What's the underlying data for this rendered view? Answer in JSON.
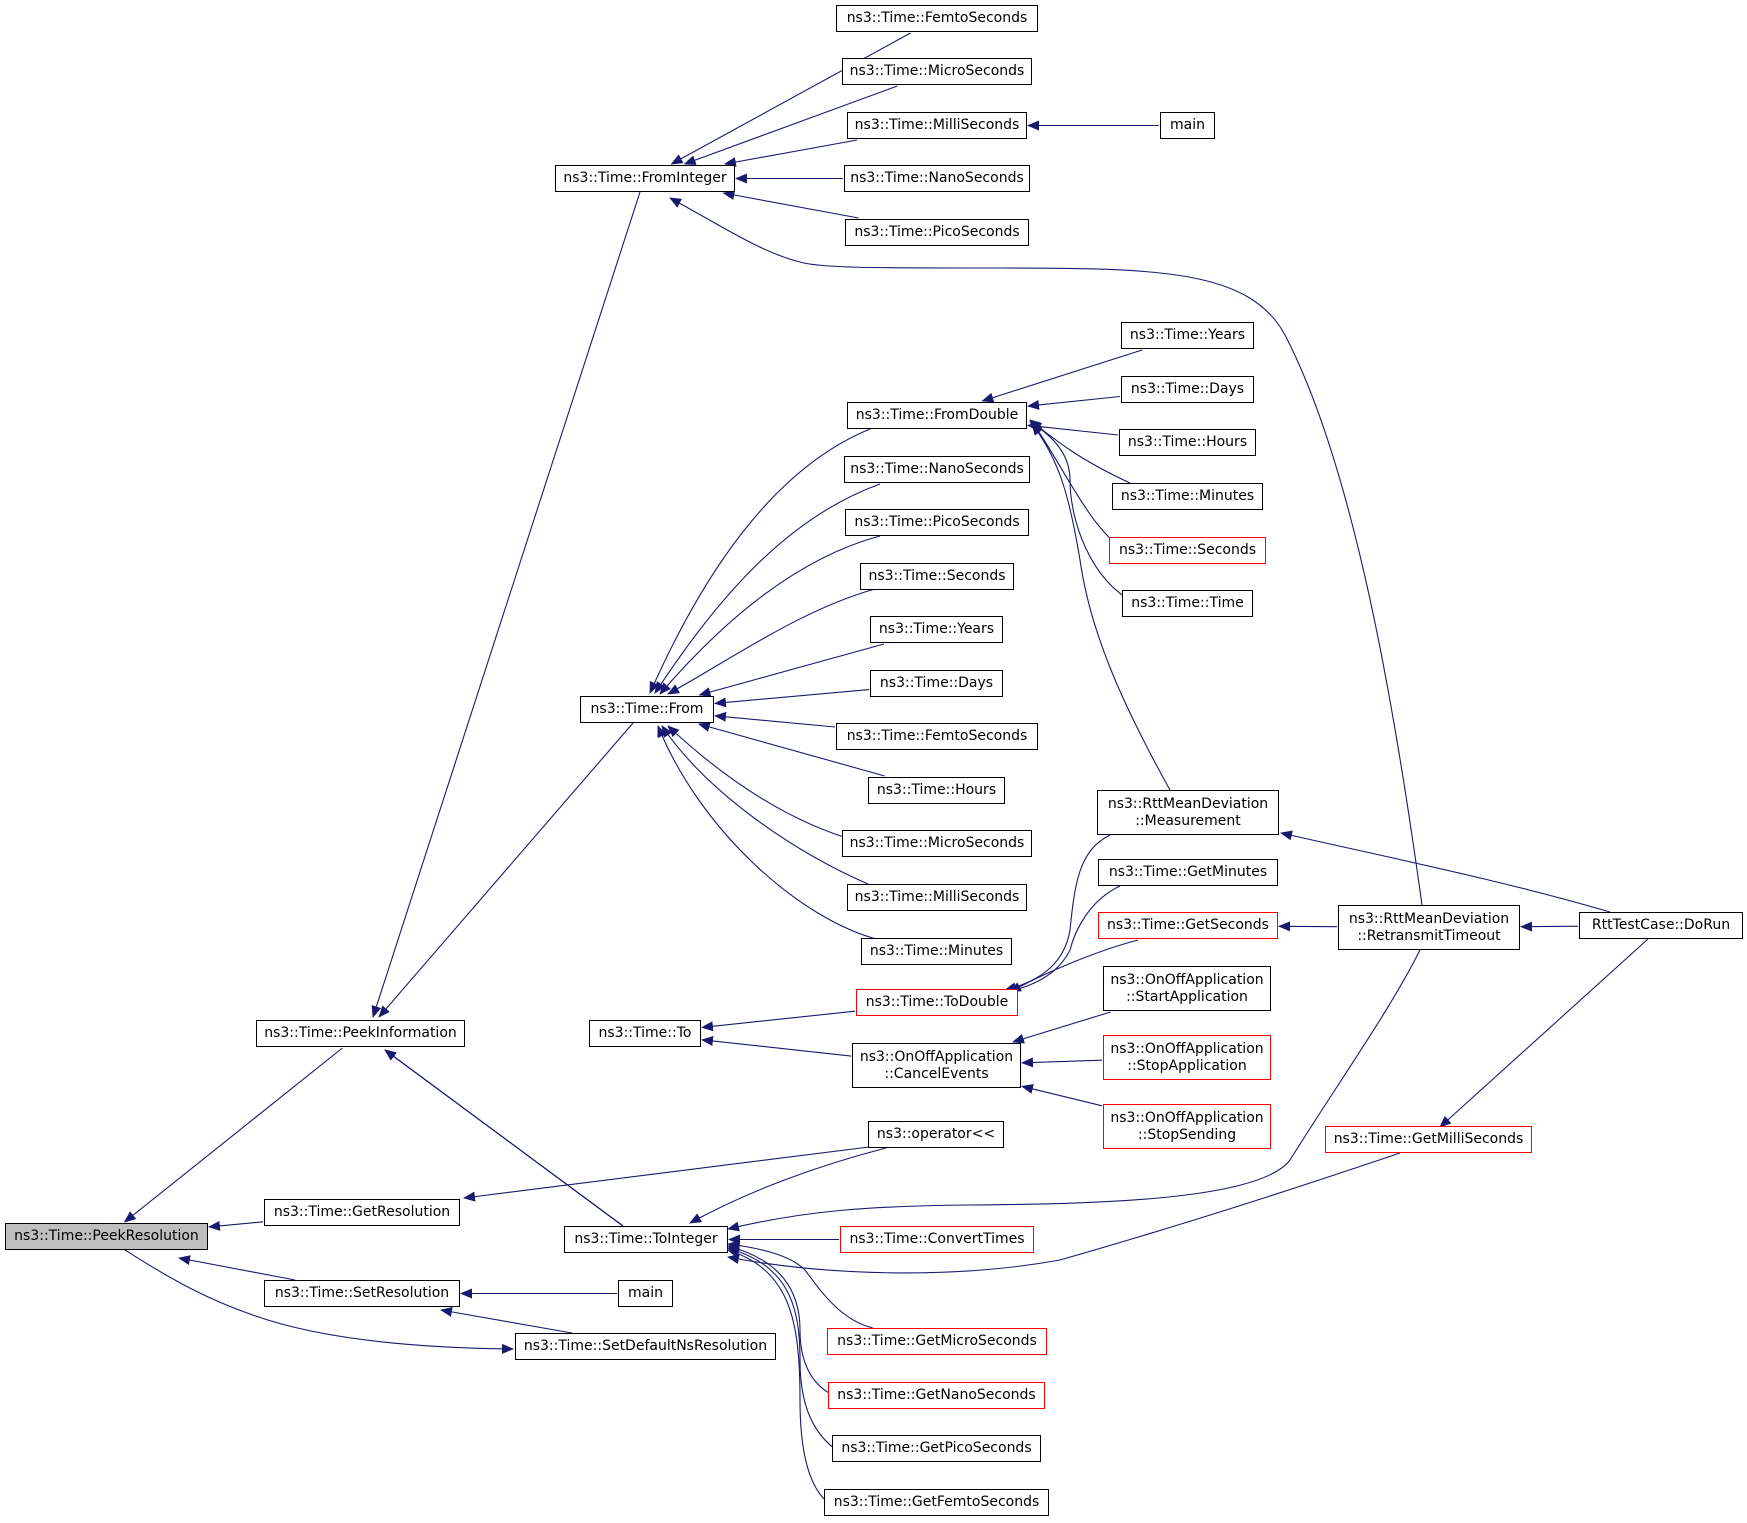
{
  "graph": {
    "edge_color": "#191970",
    "nodes": [
      {
        "id": "peek_resolution",
        "label": "ns3::Time::PeekResolution",
        "style": "current"
      },
      {
        "id": "peek_information",
        "label": "ns3::Time::PeekInformation",
        "style": "normal"
      },
      {
        "id": "get_resolution",
        "label": "ns3::Time::GetResolution",
        "style": "normal"
      },
      {
        "id": "set_resolution",
        "label": "ns3::Time::SetResolution",
        "style": "normal"
      },
      {
        "id": "main_a",
        "label": "main",
        "style": "normal"
      },
      {
        "id": "set_default_ns_resolution",
        "label": "ns3::Time::SetDefaultNsResolution",
        "style": "normal"
      },
      {
        "id": "from_integer",
        "label": "ns3::Time::FromInteger",
        "style": "normal"
      },
      {
        "id": "fi_femto",
        "label": "ns3::Time::FemtoSeconds",
        "style": "normal"
      },
      {
        "id": "fi_micro",
        "label": "ns3::Time::MicroSeconds",
        "style": "normal"
      },
      {
        "id": "fi_milli",
        "label": "ns3::Time::MilliSeconds",
        "style": "normal"
      },
      {
        "id": "main_b",
        "label": "main",
        "style": "normal"
      },
      {
        "id": "fi_nano",
        "label": "ns3::Time::NanoSeconds",
        "style": "normal"
      },
      {
        "id": "fi_pico",
        "label": "ns3::Time::PicoSeconds",
        "style": "normal"
      },
      {
        "id": "from_double",
        "label": "ns3::Time::FromDouble",
        "style": "normal"
      },
      {
        "id": "fd_years",
        "label": "ns3::Time::Years",
        "style": "normal"
      },
      {
        "id": "fd_days",
        "label": "ns3::Time::Days",
        "style": "normal"
      },
      {
        "id": "fd_hours",
        "label": "ns3::Time::Hours",
        "style": "normal"
      },
      {
        "id": "fd_minutes",
        "label": "ns3::Time::Minutes",
        "style": "normal"
      },
      {
        "id": "fd_seconds",
        "label": "ns3::Time::Seconds",
        "style": "red"
      },
      {
        "id": "fd_time",
        "label": "ns3::Time::Time",
        "style": "normal"
      },
      {
        "id": "from",
        "label": "ns3::Time::From",
        "style": "normal"
      },
      {
        "id": "f_nano",
        "label": "ns3::Time::NanoSeconds",
        "style": "normal"
      },
      {
        "id": "f_pico",
        "label": "ns3::Time::PicoSeconds",
        "style": "normal"
      },
      {
        "id": "f_seconds",
        "label": "ns3::Time::Seconds",
        "style": "normal"
      },
      {
        "id": "f_years",
        "label": "ns3::Time::Years",
        "style": "normal"
      },
      {
        "id": "f_days",
        "label": "ns3::Time::Days",
        "style": "normal"
      },
      {
        "id": "f_femto",
        "label": "ns3::Time::FemtoSeconds",
        "style": "normal"
      },
      {
        "id": "f_hours",
        "label": "ns3::Time::Hours",
        "style": "normal"
      },
      {
        "id": "f_micro",
        "label": "ns3::Time::MicroSeconds",
        "style": "normal"
      },
      {
        "id": "f_milli",
        "label": "ns3::Time::MilliSeconds",
        "style": "normal"
      },
      {
        "id": "f_minutes",
        "label": "ns3::Time::Minutes",
        "style": "normal"
      },
      {
        "id": "to",
        "label": "ns3::Time::To",
        "style": "normal"
      },
      {
        "id": "to_double",
        "label": "ns3::Time::ToDouble",
        "style": "red"
      },
      {
        "id": "cancel_events",
        "label": "ns3::OnOffApplication\n::CancelEvents",
        "style": "normal"
      },
      {
        "id": "rtt_measurement",
        "label": "ns3::RttMeanDeviation\n::Measurement",
        "style": "normal"
      },
      {
        "id": "get_minutes",
        "label": "ns3::Time::GetMinutes",
        "style": "normal"
      },
      {
        "id": "get_seconds",
        "label": "ns3::Time::GetSeconds",
        "style": "red"
      },
      {
        "id": "rtt_retransmit",
        "label": "ns3::RttMeanDeviation\n::RetransmitTimeout",
        "style": "normal"
      },
      {
        "id": "rtt_dorun",
        "label": "RttTestCase::DoRun",
        "style": "normal"
      },
      {
        "id": "start_application",
        "label": "ns3::OnOffApplication\n::StartApplication",
        "style": "normal"
      },
      {
        "id": "stop_application",
        "label": "ns3::OnOffApplication\n::StopApplication",
        "style": "red"
      },
      {
        "id": "stop_sending",
        "label": "ns3::OnOffApplication\n::StopSending",
        "style": "red"
      },
      {
        "id": "operator_out",
        "label": "ns3::operator<<",
        "style": "normal"
      },
      {
        "id": "get_milli_seconds",
        "label": "ns3::Time::GetMilliSeconds",
        "style": "red"
      },
      {
        "id": "to_integer",
        "label": "ns3::Time::ToInteger",
        "style": "normal"
      },
      {
        "id": "convert_times",
        "label": "ns3::Time::ConvertTimes",
        "style": "red"
      },
      {
        "id": "get_micro_seconds",
        "label": "ns3::Time::GetMicroSeconds",
        "style": "red"
      },
      {
        "id": "get_nano_seconds",
        "label": "ns3::Time::GetNanoSeconds",
        "style": "red"
      },
      {
        "id": "get_pico_seconds",
        "label": "ns3::Time::GetPicoSeconds",
        "style": "normal"
      },
      {
        "id": "get_femto_seconds",
        "label": "ns3::Time::GetFemtoSeconds",
        "style": "normal"
      }
    ],
    "edges": [
      {
        "from": "peek_information",
        "to": "peek_resolution"
      },
      {
        "from": "get_resolution",
        "to": "peek_resolution"
      },
      {
        "from": "set_resolution",
        "to": "peek_resolution"
      },
      {
        "from": "peek_resolution",
        "to": "set_default_ns_resolution"
      },
      {
        "from": "main_a",
        "to": "set_resolution"
      },
      {
        "from": "set_default_ns_resolution",
        "to": "set_resolution"
      },
      {
        "from": "operator_out",
        "to": "get_resolution"
      },
      {
        "from": "from_integer",
        "to": "peek_information"
      },
      {
        "from": "from",
        "to": "peek_information"
      },
      {
        "from": "to",
        "to": "peek_information"
      },
      {
        "from": "to_integer",
        "to": "peek_information"
      },
      {
        "from": "fi_femto",
        "to": "from_integer"
      },
      {
        "from": "fi_micro",
        "to": "from_integer"
      },
      {
        "from": "fi_milli",
        "to": "from_integer"
      },
      {
        "from": "fi_nano",
        "to": "from_integer"
      },
      {
        "from": "fi_pico",
        "to": "from_integer"
      },
      {
        "from": "rtt_retransmit",
        "to": "from_integer"
      },
      {
        "from": "main_b",
        "to": "fi_milli"
      },
      {
        "from": "from_double",
        "to": "from"
      },
      {
        "from": "f_nano",
        "to": "from"
      },
      {
        "from": "f_pico",
        "to": "from"
      },
      {
        "from": "f_seconds",
        "to": "from"
      },
      {
        "from": "f_years",
        "to": "from"
      },
      {
        "from": "f_days",
        "to": "from"
      },
      {
        "from": "f_femto",
        "to": "from"
      },
      {
        "from": "f_hours",
        "to": "from"
      },
      {
        "from": "f_micro",
        "to": "from"
      },
      {
        "from": "f_milli",
        "to": "from"
      },
      {
        "from": "f_minutes",
        "to": "from"
      },
      {
        "from": "fd_years",
        "to": "from_double"
      },
      {
        "from": "fd_days",
        "to": "from_double"
      },
      {
        "from": "fd_hours",
        "to": "from_double"
      },
      {
        "from": "fd_minutes",
        "to": "from_double"
      },
      {
        "from": "fd_seconds",
        "to": "from_double"
      },
      {
        "from": "fd_time",
        "to": "from_double"
      },
      {
        "from": "rtt_measurement",
        "to": "from_double"
      },
      {
        "from": "to_double",
        "to": "to"
      },
      {
        "from": "cancel_events",
        "to": "to"
      },
      {
        "from": "rtt_measurement",
        "to": "to_double"
      },
      {
        "from": "get_minutes",
        "to": "to_double"
      },
      {
        "from": "get_seconds",
        "to": "to_double"
      },
      {
        "from": "rtt_retransmit",
        "to": "get_seconds"
      },
      {
        "from": "rtt_dorun",
        "to": "rtt_measurement"
      },
      {
        "from": "rtt_dorun",
        "to": "rtt_retransmit"
      },
      {
        "from": "start_application",
        "to": "cancel_events"
      },
      {
        "from": "stop_application",
        "to": "cancel_events"
      },
      {
        "from": "stop_sending",
        "to": "cancel_events"
      },
      {
        "from": "operator_out",
        "to": "to_integer"
      },
      {
        "from": "rtt_retransmit",
        "to": "to_integer"
      },
      {
        "from": "get_milli_seconds",
        "to": "to_integer"
      },
      {
        "from": "convert_times",
        "to": "to_integer"
      },
      {
        "from": "get_micro_seconds",
        "to": "to_integer"
      },
      {
        "from": "get_nano_seconds",
        "to": "to_integer"
      },
      {
        "from": "get_pico_seconds",
        "to": "to_integer"
      },
      {
        "from": "get_femto_seconds",
        "to": "to_integer"
      },
      {
        "from": "rtt_dorun",
        "to": "get_milli_seconds"
      }
    ]
  }
}
